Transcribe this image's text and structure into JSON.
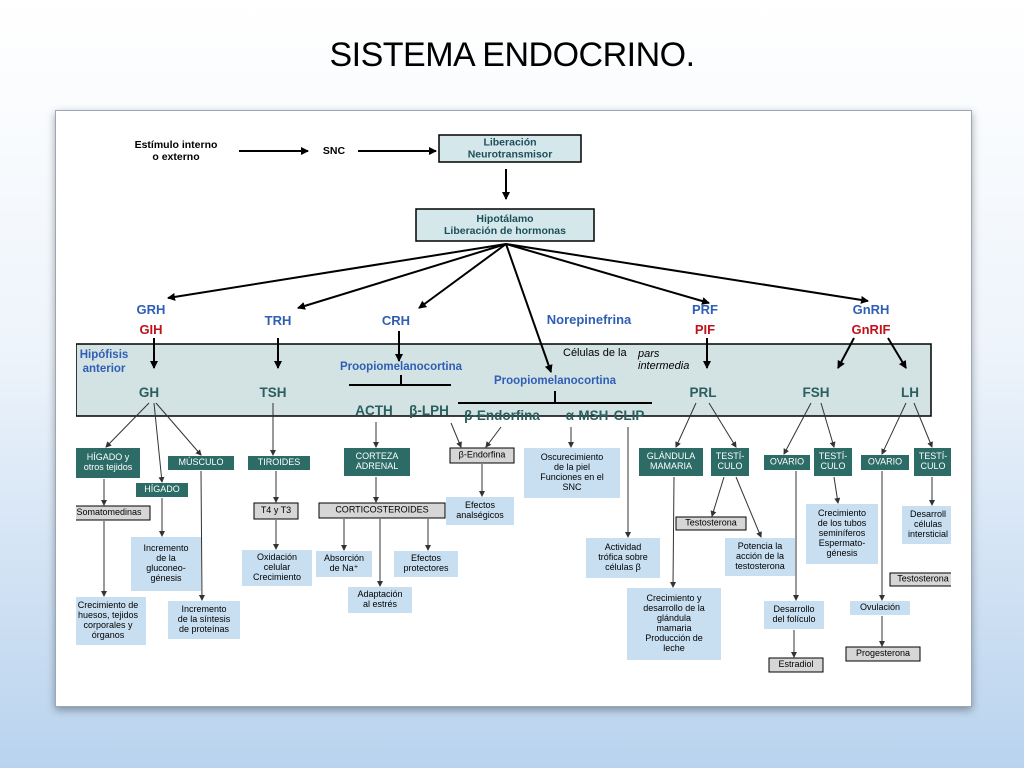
{
  "title": "SISTEMA ENDOCRINO.",
  "colors": {
    "blue": "#2f5eb5",
    "red": "#c0121a",
    "teal_box": "#2c6b66",
    "band": "#d3e2e3",
    "light_box": "#c8dff1",
    "gray_box": "#d6d6d6",
    "top_box": "#d4e7ea"
  },
  "top": {
    "stimulus": "Estímulo interno\no externo",
    "snc": "SNC",
    "neuro": "Liberación\nNeurotransmisor",
    "hypothalamus": "Hipotálamo\nLiberación de hormonas"
  },
  "releasing": {
    "grh": "GRH",
    "gih": "GIH",
    "trh": "TRH",
    "crh": "CRH",
    "norepinephrine": "Norepinefrina",
    "prf": "PRF",
    "pif": "PIF",
    "gnrh": "GnRH",
    "gnrif": "GnRIF"
  },
  "pituitary": {
    "label": "Hipófisis\nanterior",
    "cells": "Células de la ",
    "pars": "pars\nintermedia",
    "pomc1": "Proopiomelanocortina",
    "pomc2": "Proopiomelanocortina",
    "gh": "GH",
    "tsh": "TSH",
    "acth": "ACTH",
    "blph": "β-LPH",
    "bendo": "β-Endorfina",
    "amsh": "α-MSH",
    "clip": "CLIP",
    "prl": "PRL",
    "fsh": "FSH",
    "lh": "LH"
  },
  "targets": {
    "liver_tissues": "HÍGADO y\notros tejidos",
    "liver": "HÍGADO",
    "muscle": "MÚSCULO",
    "thyroid": "TIROIDES",
    "adrenal": "CORTEZA\nADRENAL",
    "bendo_box": "β-Endorfina",
    "gland": "GLÁNDULA\nMAMARIA",
    "testis1": "TESTÍ-\nCULO",
    "ovary1": "OVARIO",
    "testis2": "TESTÍ-\nCULO",
    "ovary2": "OVARIO",
    "testis3": "TESTÍ-\nCULO"
  },
  "products": {
    "somatomedins": "Somatomedinas",
    "t4t3": "T4 y T3",
    "corticosteroids": "CORTICOSTEROIDES",
    "testosterone1": "Testosterona",
    "estradiol": "Estradiol",
    "progesterone": "Progesterona",
    "testosterone2": "Testosterona"
  },
  "effects": {
    "glucogenesis": "Incremento\nde la\ngluconeo-\ngénesis",
    "growth": "Crecimiento de\nhuesos, tejidos\ncorporales y\nórganos",
    "protein": "Incremento\nde la síntesis\nde proteínas",
    "oxidation": "Oxidación\ncelular\nCrecimiento",
    "na": "Absorción\nde Na⁺",
    "stress": "Adaptación\nal estrés",
    "protective": "Efectos\nprotectores",
    "analgesic": "Efectos\nanalségicos",
    "darkening": "Oscurecimiento\nde la piel\nFunciones en el\nSNC",
    "trophic": "Actividad\ntrófica sobre\ncélulas β",
    "mammary": "Crecimiento y\ndesarrollo de la\nglándula\nmamaria\nProducción de\nleche",
    "potentiate": "Potencia la\nacción de la\ntestosterona",
    "tubules": "Crecimiento\nde los tubos\nseminíferos\nEspermato-\ngénesis",
    "follicle": "Desarrollo\ndel folículo",
    "ovulation": "Ovulación",
    "interstitial": "Desarroll\ncélulas\nintersticial"
  }
}
